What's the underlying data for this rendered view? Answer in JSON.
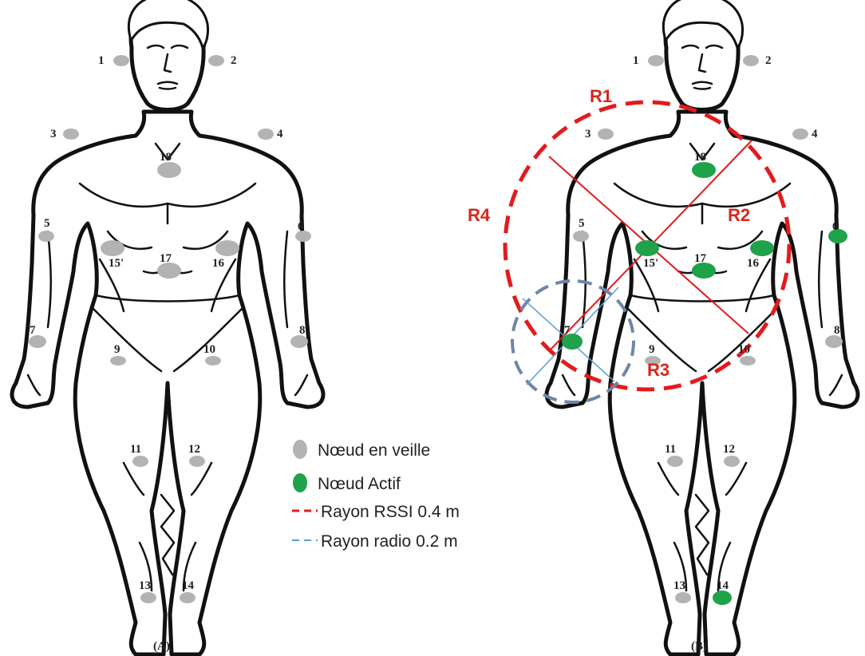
{
  "panels": [
    {
      "id": "A",
      "label": "(A)"
    },
    {
      "id": "B",
      "label": "(B)"
    }
  ],
  "nodes": [
    {
      "id": "1",
      "label": "1"
    },
    {
      "id": "2",
      "label": "2"
    },
    {
      "id": "3",
      "label": "3"
    },
    {
      "id": "4",
      "label": "4"
    },
    {
      "id": "5",
      "label": "5"
    },
    {
      "id": "6",
      "label": "6"
    },
    {
      "id": "7",
      "label": "7"
    },
    {
      "id": "8",
      "label": "8"
    },
    {
      "id": "9",
      "label": "9"
    },
    {
      "id": "10",
      "label": "10"
    },
    {
      "id": "11",
      "label": "11"
    },
    {
      "id": "12",
      "label": "12"
    },
    {
      "id": "13",
      "label": "13"
    },
    {
      "id": "14",
      "label": "14"
    },
    {
      "id": "15",
      "label": "15'"
    },
    {
      "id": "16",
      "label": "16"
    },
    {
      "id": "17",
      "label": "17"
    },
    {
      "id": "18",
      "label": "18"
    }
  ],
  "active_nodes_panel_b": [
    "18",
    "6",
    "16",
    "17",
    "15",
    "7",
    "14"
  ],
  "regions": [
    {
      "id": "R1",
      "label": "R1"
    },
    {
      "id": "R2",
      "label": "R2"
    },
    {
      "id": "R3",
      "label": "R3"
    },
    {
      "id": "R4",
      "label": "R4"
    }
  ],
  "legend": {
    "sleep_node": "Nœud en veille",
    "active_node": "Nœud Actif",
    "rssi_radius": "Rayon RSSI 0.4 m",
    "radio_radius": "Rayon radio 0.2 m"
  },
  "colors": {
    "sleep_node": "#b3b3b3",
    "active_node": "#1fa24a",
    "rssi": "#e41a1c",
    "radio_circle": "#6e86a8",
    "radio_cross": "#5b9bd5",
    "region_label": "#d9261c"
  }
}
